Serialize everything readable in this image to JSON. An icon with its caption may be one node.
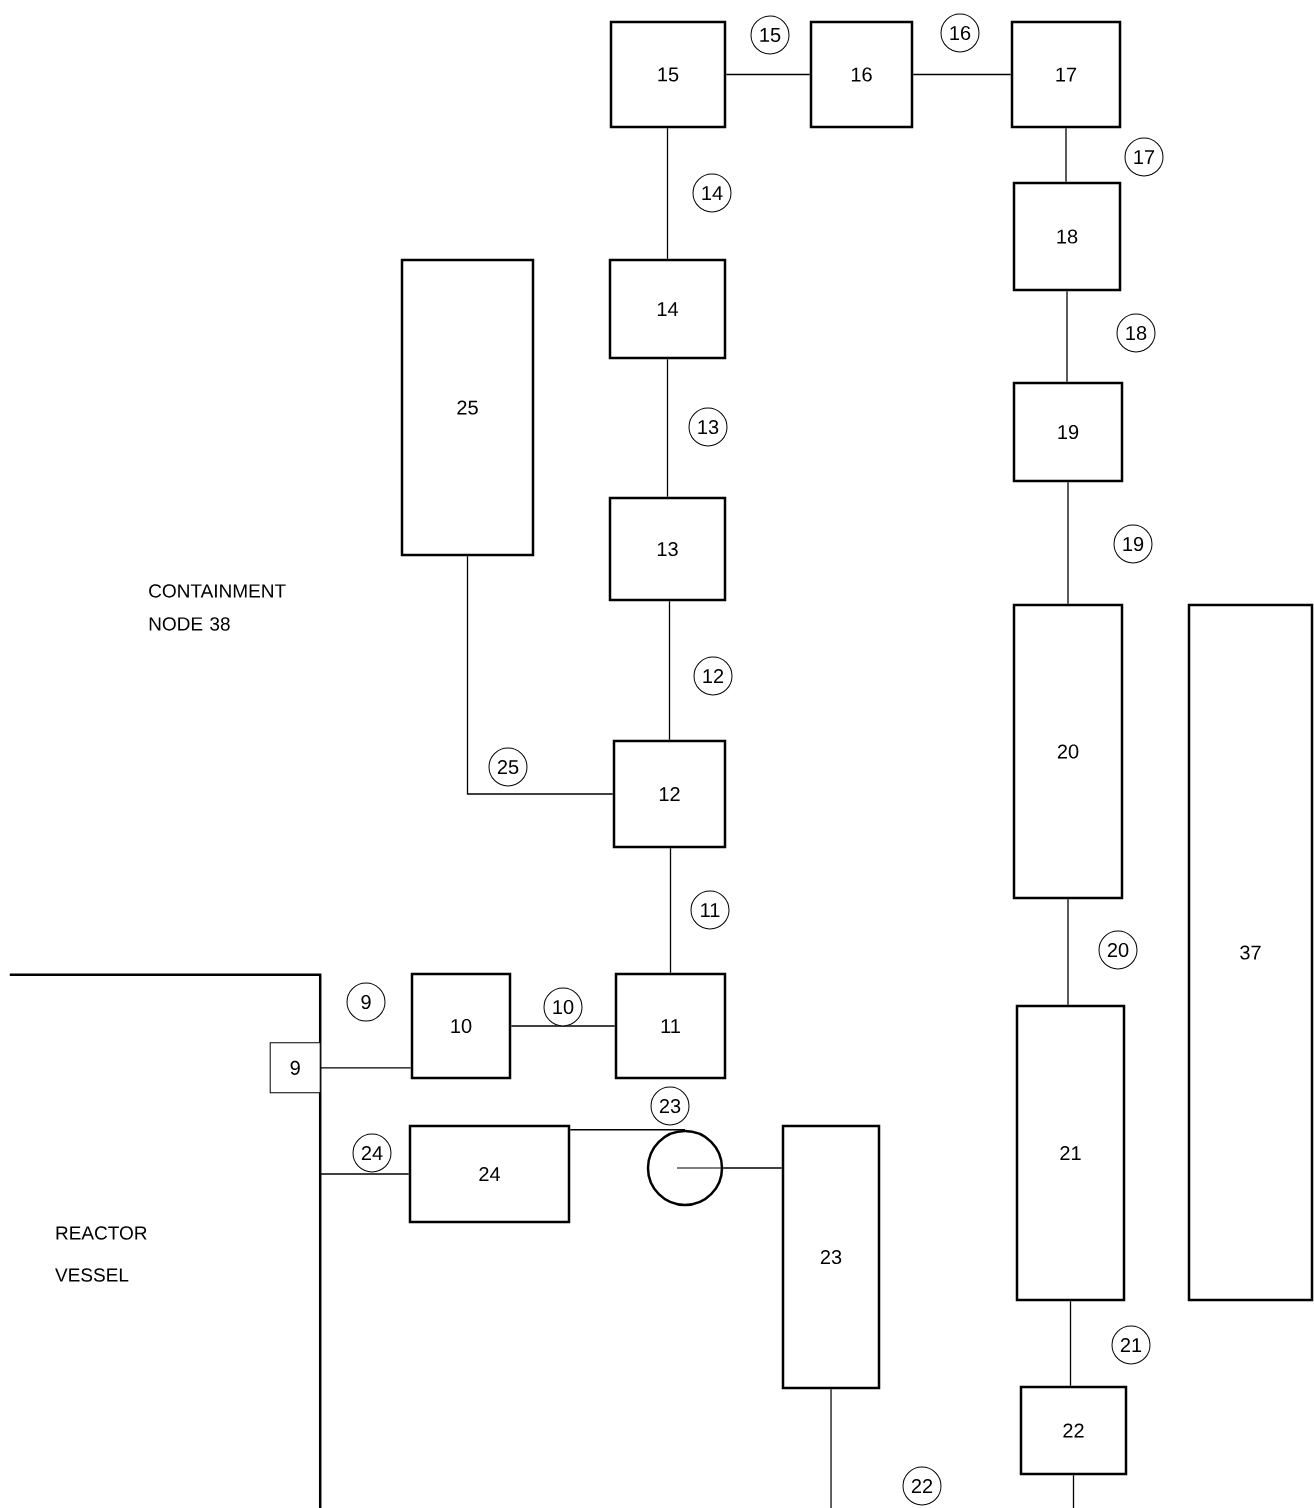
{
  "diagram": {
    "nodes": [
      {
        "text": [
          "15"
        ]
      },
      {
        "text": [
          "16"
        ]
      },
      {
        "text": [
          "17"
        ]
      },
      {
        "text": [
          "18"
        ]
      },
      {
        "text": [
          "14"
        ]
      },
      {
        "text": [
          "25"
        ]
      },
      {
        "text": [
          "19"
        ]
      },
      {
        "text": [
          "13"
        ]
      },
      {
        "text": [
          "20"
        ]
      },
      {
        "text": [
          "37"
        ]
      },
      {
        "text": [
          "12"
        ]
      },
      {
        "text": [
          "11"
        ]
      },
      {
        "text": [
          "10"
        ]
      },
      {
        "text": [
          "REACTOR VESSEL"
        ]
      },
      {
        "text": [
          "24"
        ]
      },
      {
        "text": [],
        "shape": "circle",
        "beside": [
          "23"
        ]
      },
      {
        "text": [
          "23"
        ]
      },
      {
        "text": [
          "21"
        ]
      },
      {
        "text": [
          "22"
        ]
      },
      {
        "text": [
          "9"
        ],
        "in": 13
      }
    ],
    "edges": [
      {
        "from": 19,
        "to": 12,
        "arrow": "none",
        "label": "9"
      },
      {
        "from": 12,
        "to": 11,
        "arrow": "none",
        "label": "10"
      },
      {
        "from": 11,
        "to": 10,
        "arrow": "none",
        "label": "11"
      },
      {
        "from": 10,
        "to": 7,
        "arrow": "none",
        "label": "12"
      },
      {
        "from": 7,
        "to": 4,
        "arrow": "none",
        "label": "13"
      },
      {
        "from": 4,
        "to": 0,
        "arrow": "none",
        "label": "14"
      },
      {
        "from": 0,
        "to": 1,
        "arrow": "none",
        "label": "15"
      },
      {
        "from": 1,
        "to": 2,
        "arrow": "none",
        "label": "16"
      },
      {
        "from": 2,
        "to": 3,
        "arrow": "none",
        "label": "17"
      },
      {
        "from": 3,
        "to": 6,
        "arrow": "none",
        "label": "18"
      },
      {
        "from": 6,
        "to": 8,
        "arrow": "none",
        "label": "19"
      },
      {
        "from": 8,
        "to": 17,
        "arrow": "none",
        "label": "20"
      },
      {
        "from": 17,
        "to": 18,
        "arrow": "none",
        "label": "21"
      },
      {
        "from": 16,
        "to": null,
        "arrow": "none",
        "label": "22"
      },
      {
        "from": 18,
        "to": null,
        "arrow": "none"
      },
      {
        "from": 5,
        "to": 10,
        "arrow": "none",
        "label": "25"
      },
      {
        "from": 13,
        "to": 14,
        "arrow": "none",
        "label": "24"
      },
      {
        "from": 14,
        "to": 15,
        "arrow": "none"
      },
      {
        "from": 15,
        "to": 16,
        "arrow": "none"
      }
    ],
    "labels": [
      "CONTAINMENT NODE 38"
    ]
  }
}
